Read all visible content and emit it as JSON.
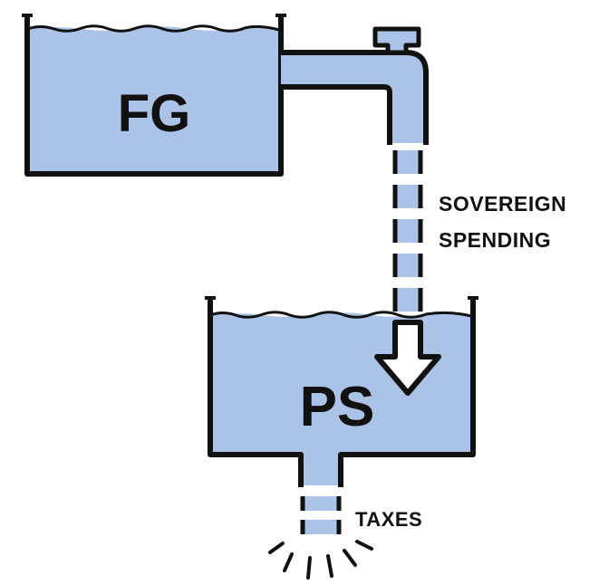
{
  "tanks": {
    "upper": {
      "label": "FG"
    },
    "lower": {
      "label": "PS"
    }
  },
  "flows": {
    "spending": {
      "line1": "SOVEREIGN",
      "line2": "SPENDING"
    },
    "taxes": {
      "label": "TAXES"
    }
  },
  "colors": {
    "water": "#aac3e6",
    "outline": "#111111",
    "background": "#ffffff"
  }
}
